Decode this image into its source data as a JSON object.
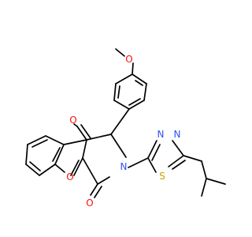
{
  "molecule": {
    "atom_labels": {
      "methoxy_oxygen": "O",
      "ketone_oxygen": "O",
      "ring_oxygen": "O",
      "lactam_oxygen": "O",
      "imide_nitrogen": "N",
      "thiadiazole_n1": "N",
      "thiadiazole_n2": "N",
      "thiadiazole_sulfur": "S"
    },
    "colors": {
      "bond": "#000000",
      "oxygen": "#ff0d0d",
      "nitrogen": "#3050f8",
      "sulfur": "#c8a000",
      "background": "#ffffff"
    }
  }
}
